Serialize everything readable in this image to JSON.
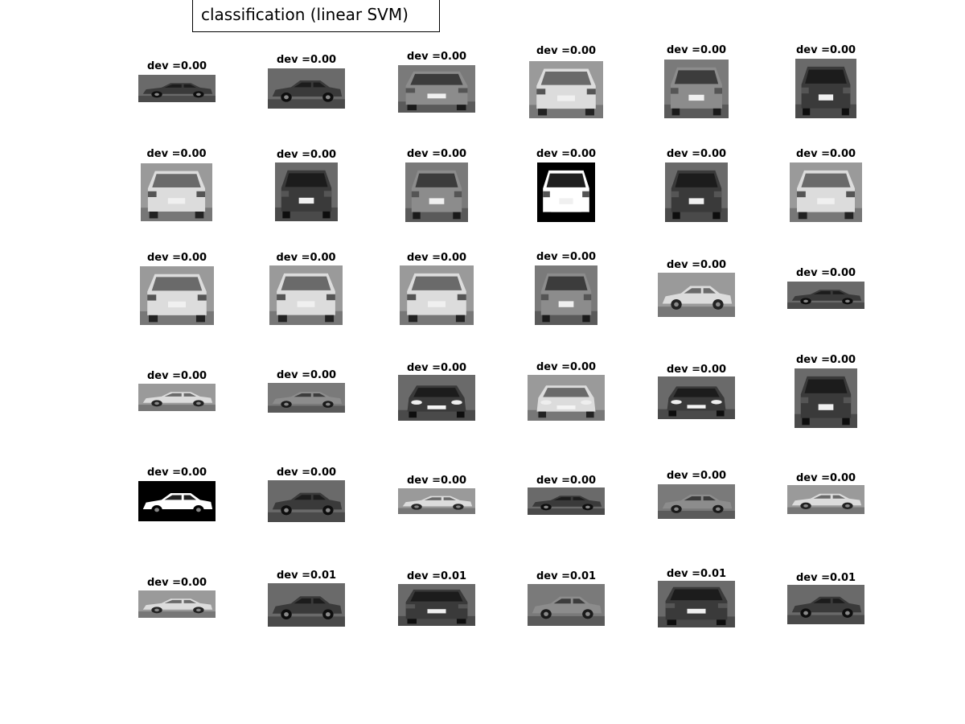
{
  "figure": {
    "title": "classification (linear SVM)"
  },
  "grid": {
    "rows": 6,
    "columns": 6,
    "items": [
      {
        "caption": "dev =0.00",
        "view": "side",
        "tone": "dark"
      },
      {
        "caption": "dev =0.00",
        "view": "side",
        "tone": "dark"
      },
      {
        "caption": "dev =0.00",
        "view": "rear",
        "tone": "mid"
      },
      {
        "caption": "dev =0.00",
        "view": "rear",
        "tone": "light"
      },
      {
        "caption": "dev =0.00",
        "view": "rear",
        "tone": "mid"
      },
      {
        "caption": "dev =0.00",
        "view": "rear",
        "tone": "dark"
      },
      {
        "caption": "dev =0.00",
        "view": "rear",
        "tone": "light"
      },
      {
        "caption": "dev =0.00",
        "view": "rear",
        "tone": "dark"
      },
      {
        "caption": "dev =0.00",
        "view": "rear",
        "tone": "mid"
      },
      {
        "caption": "dev =0.00",
        "view": "rear",
        "tone": "highcontrast"
      },
      {
        "caption": "dev =0.00",
        "view": "rear",
        "tone": "dark"
      },
      {
        "caption": "dev =0.00",
        "view": "rear",
        "tone": "light"
      },
      {
        "caption": "dev =0.00",
        "view": "rear",
        "tone": "light"
      },
      {
        "caption": "dev =0.00",
        "view": "rear",
        "tone": "light"
      },
      {
        "caption": "dev =0.00",
        "view": "rear",
        "tone": "light"
      },
      {
        "caption": "dev =0.00",
        "view": "rear",
        "tone": "mid"
      },
      {
        "caption": "dev =0.00",
        "view": "side",
        "tone": "light"
      },
      {
        "caption": "dev =0.00",
        "view": "side",
        "tone": "dark"
      },
      {
        "caption": "dev =0.00",
        "view": "side",
        "tone": "light"
      },
      {
        "caption": "dev =0.00",
        "view": "side",
        "tone": "mid"
      },
      {
        "caption": "dev =0.00",
        "view": "front",
        "tone": "dark"
      },
      {
        "caption": "dev =0.00",
        "view": "front",
        "tone": "light"
      },
      {
        "caption": "dev =0.00",
        "view": "front",
        "tone": "dark"
      },
      {
        "caption": "dev =0.00",
        "view": "rear",
        "tone": "dark"
      },
      {
        "caption": "dev =0.00",
        "view": "side",
        "tone": "highcontrast"
      },
      {
        "caption": "dev =0.00",
        "view": "side",
        "tone": "dark"
      },
      {
        "caption": "dev =0.00",
        "view": "side",
        "tone": "light"
      },
      {
        "caption": "dev =0.00",
        "view": "side",
        "tone": "dark"
      },
      {
        "caption": "dev =0.00",
        "view": "side",
        "tone": "mid"
      },
      {
        "caption": "dev =0.00",
        "view": "side",
        "tone": "light"
      },
      {
        "caption": "dev =0.00",
        "view": "side",
        "tone": "light"
      },
      {
        "caption": "dev =0.01",
        "view": "side",
        "tone": "dark"
      },
      {
        "caption": "dev =0.01",
        "view": "rear",
        "tone": "dark"
      },
      {
        "caption": "dev =0.01",
        "view": "side",
        "tone": "mid"
      },
      {
        "caption": "dev =0.01",
        "view": "rear",
        "tone": "dark"
      },
      {
        "caption": "dev =0.01",
        "view": "side",
        "tone": "dark"
      }
    ]
  }
}
